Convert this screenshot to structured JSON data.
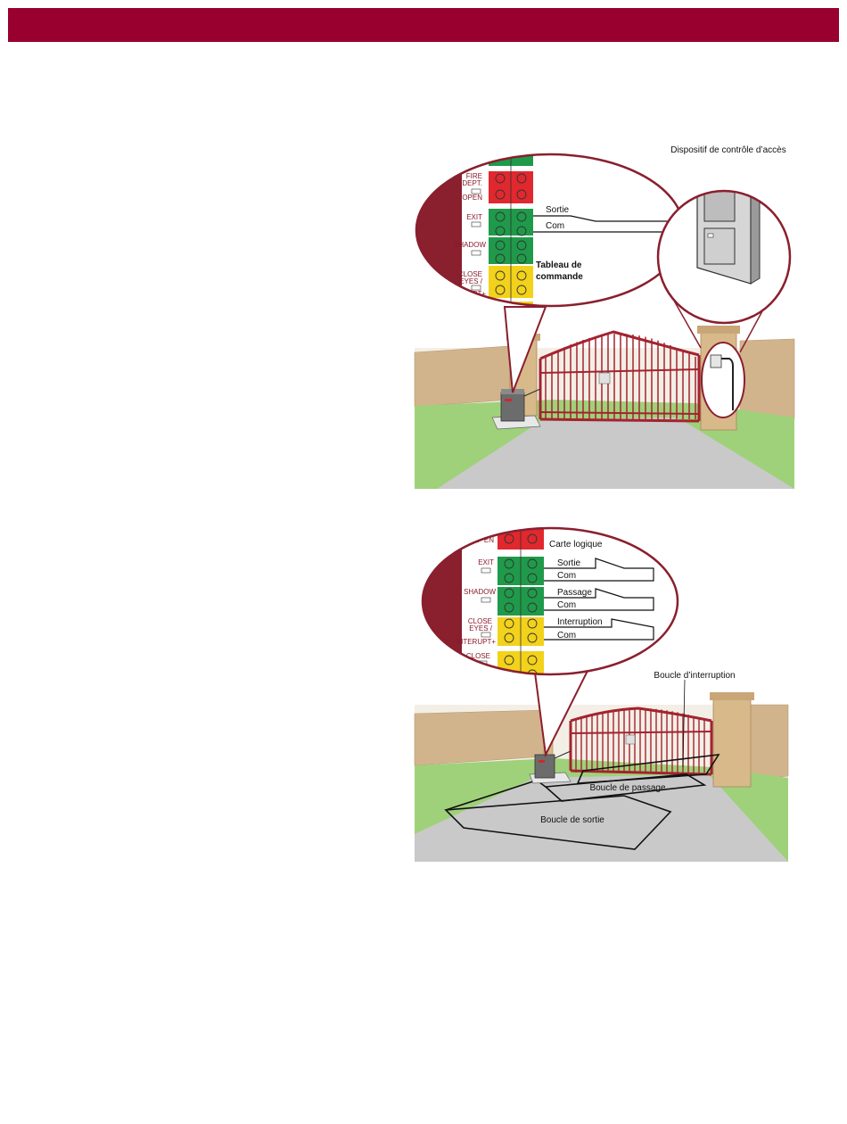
{
  "colors": {
    "header": "#990030",
    "gate": "#a4232f",
    "callout": "#8a1f2e",
    "terminal_green": "#1f9a4a",
    "terminal_red": "#e0282e",
    "terminal_yellow": "#f2d21a",
    "wall": "#d2b48c",
    "grass": "#9fd17a",
    "driveway": "#c9c9c9"
  },
  "figure1": {
    "access_device_label": "Dispositif de contrôle d’accès",
    "board_label_line1": "Tableau de",
    "board_label_line2": "commande",
    "wire_out": "Sortie",
    "wire_com": "Com",
    "terminals": [
      "FIRE",
      "DEPT.",
      "OPEN",
      "EXIT",
      "SHADOW",
      "CLOSE",
      "EYES /",
      "RUPT+"
    ]
  },
  "figure2": {
    "logic_board": "Carte logique",
    "partial_open": "P EN",
    "wires": [
      {
        "name": "Sortie",
        "com": "Com"
      },
      {
        "name": "Passage",
        "com": "Com"
      },
      {
        "name": "Interruption",
        "com": "Com"
      }
    ],
    "terminals": [
      "EXIT",
      "SHADOW",
      "CLOSE",
      "EYES /",
      "INTERUPT+",
      "CLOSE"
    ],
    "loop_interrupt": "Boucle d’interruption",
    "loop_passage": "Boucle de passage",
    "loop_exit": "Boucle de sortie"
  }
}
